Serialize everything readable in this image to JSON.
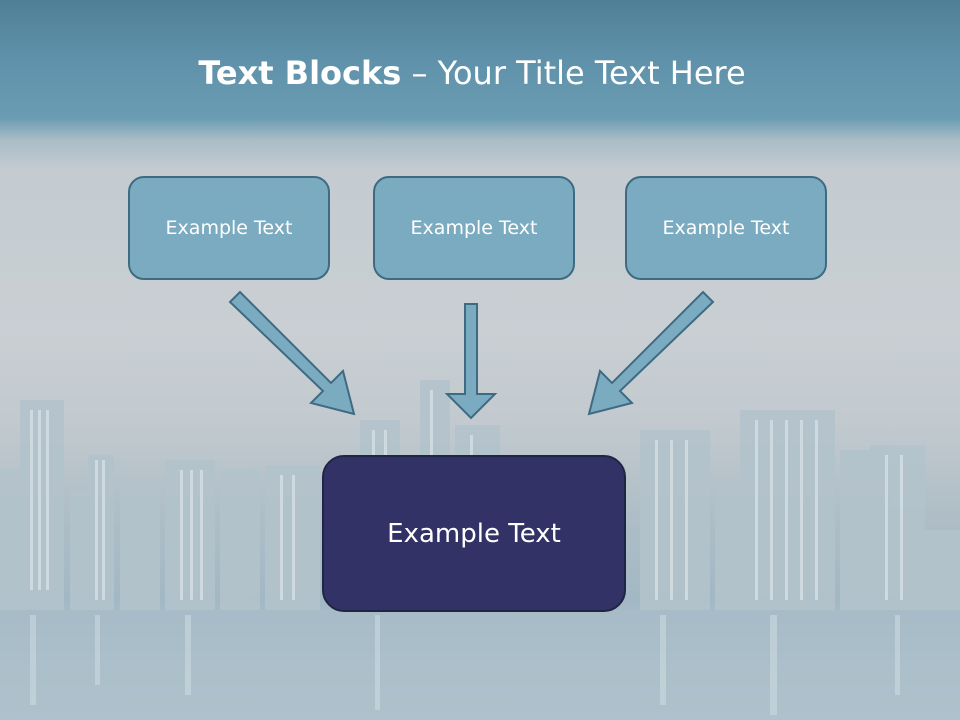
{
  "slide": {
    "title_bold": "Text Blocks",
    "title_rest": "– Your Title Text Here"
  },
  "blocks": {
    "top_left": "Example Text",
    "top_center": "Example Text",
    "top_right": "Example Text",
    "main": "Example Text"
  },
  "colors": {
    "header_band": "#5f92aa",
    "small_block_fill": "#7aabc0",
    "small_block_border": "#3e6b82",
    "main_block_fill": "#333266",
    "arrow_fill": "#7aabc0"
  }
}
